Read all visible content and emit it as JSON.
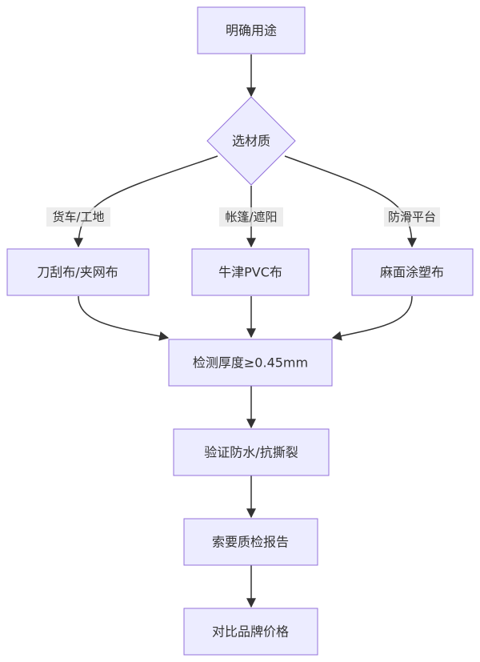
{
  "nodes": {
    "purpose": "明确用途",
    "material": "选材质",
    "knife": "刀刮布/夹网布",
    "oxford": "牛津PVC布",
    "matte": "麻面涂塑布",
    "thickness": "检测厚度≥0.45mm",
    "verify": "验证防水/抗撕裂",
    "report": "索要质检报告",
    "compare": "对比品牌价格"
  },
  "edge_labels": {
    "truck": "货车/工地",
    "tent": "帐篷/遮阳",
    "platform": "防滑平台"
  },
  "colors": {
    "node_fill": "#ECECFF",
    "node_stroke": "#9370DB",
    "edge": "#333333",
    "label_bg": "#E8E8E8"
  }
}
